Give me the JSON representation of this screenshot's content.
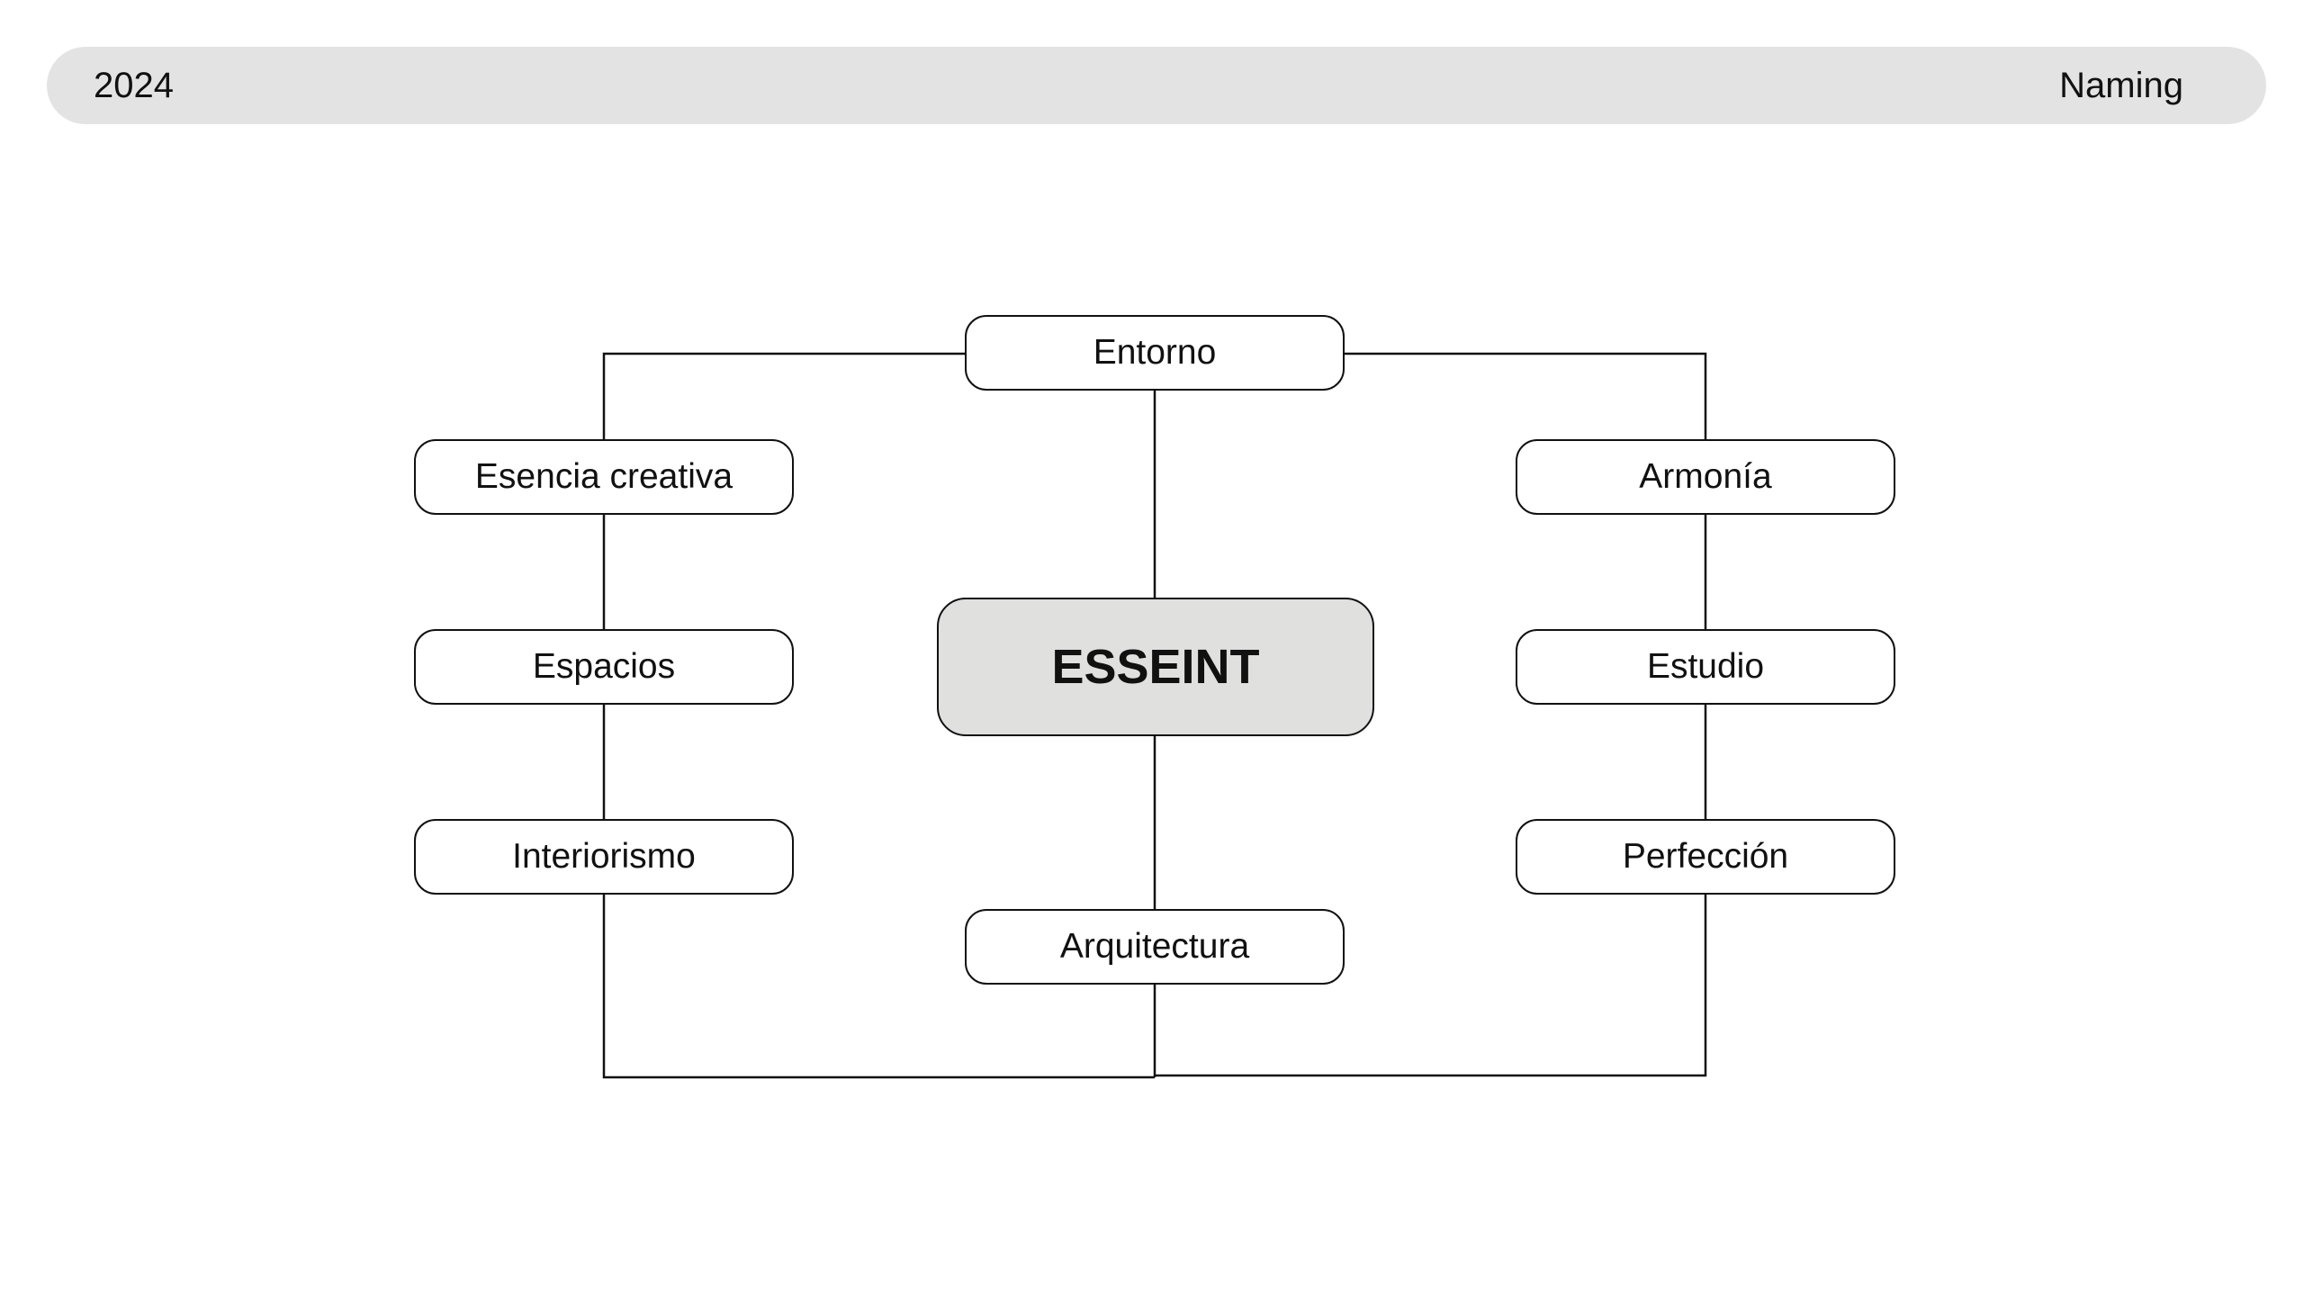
{
  "header": {
    "year": "2024",
    "section": "Naming"
  },
  "diagram": {
    "center": "ESSEINT",
    "top": "Entorno",
    "bottom": "Arquitectura",
    "left": [
      "Esencia creativa",
      "Espacios",
      "Interiorismo"
    ],
    "right": [
      "Armonía",
      "Estudio",
      "Perfección"
    ]
  },
  "colors": {
    "header_background": "#e3e3e3",
    "center_fill": "#e0e1df",
    "stroke": "#111111"
  }
}
